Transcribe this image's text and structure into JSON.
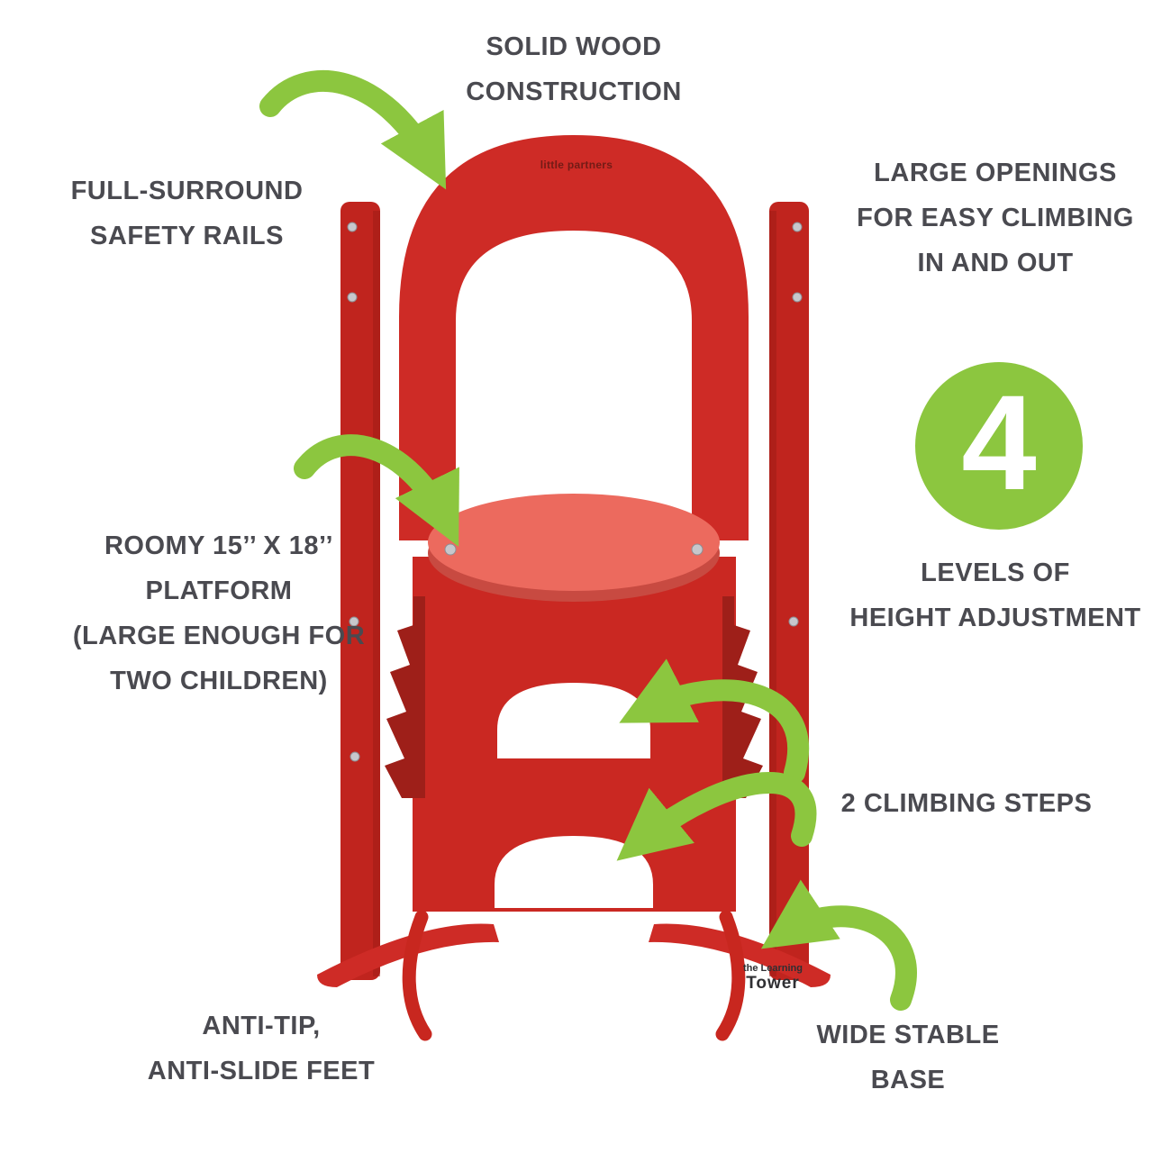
{
  "colors": {
    "accent_green": "#8CC63F",
    "tower_red": "#CE2B26",
    "tower_red_dark": "#9E1F19",
    "platform_pink": "#EC6A5E",
    "text_gray": "#4A4A50",
    "background": "#FFFFFF"
  },
  "icons": {
    "arrows": "curved-green-arrow",
    "badge": "green-circle-badge",
    "screws": "silver-screw-dot"
  },
  "annotations": {
    "solid_wood": {
      "lines": [
        "SOLID WOOD",
        "CONSTRUCTION"
      ]
    },
    "safety_rails": {
      "lines": [
        "FULL-SURROUND",
        "SAFETY RAILS"
      ]
    },
    "large_openings": {
      "lines": [
        "LARGE OPENINGS",
        "FOR EASY CLIMBING",
        "IN AND OUT"
      ]
    },
    "height_adjustment": {
      "number": "4",
      "lines": [
        "LEVELS OF",
        "HEIGHT ADJUSTMENT"
      ]
    },
    "platform": {
      "lines": [
        "ROOMY 15’’ X 18’’",
        "PLATFORM",
        "(LARGE ENOUGH FOR",
        "TWO CHILDREN)"
      ]
    },
    "climbing_steps": {
      "lines": [
        "2 CLIMBING STEPS"
      ]
    },
    "feet": {
      "lines": [
        "ANTI-TIP,",
        "ANTI-SLIDE FEET"
      ]
    },
    "base": {
      "lines": [
        "WIDE STABLE",
        "BASE"
      ]
    }
  },
  "product": {
    "name": "Learning Tower step stool",
    "brand_top": "little partners",
    "brand_bottom_small": "the Learning",
    "brand_bottom_big": "Tower"
  }
}
